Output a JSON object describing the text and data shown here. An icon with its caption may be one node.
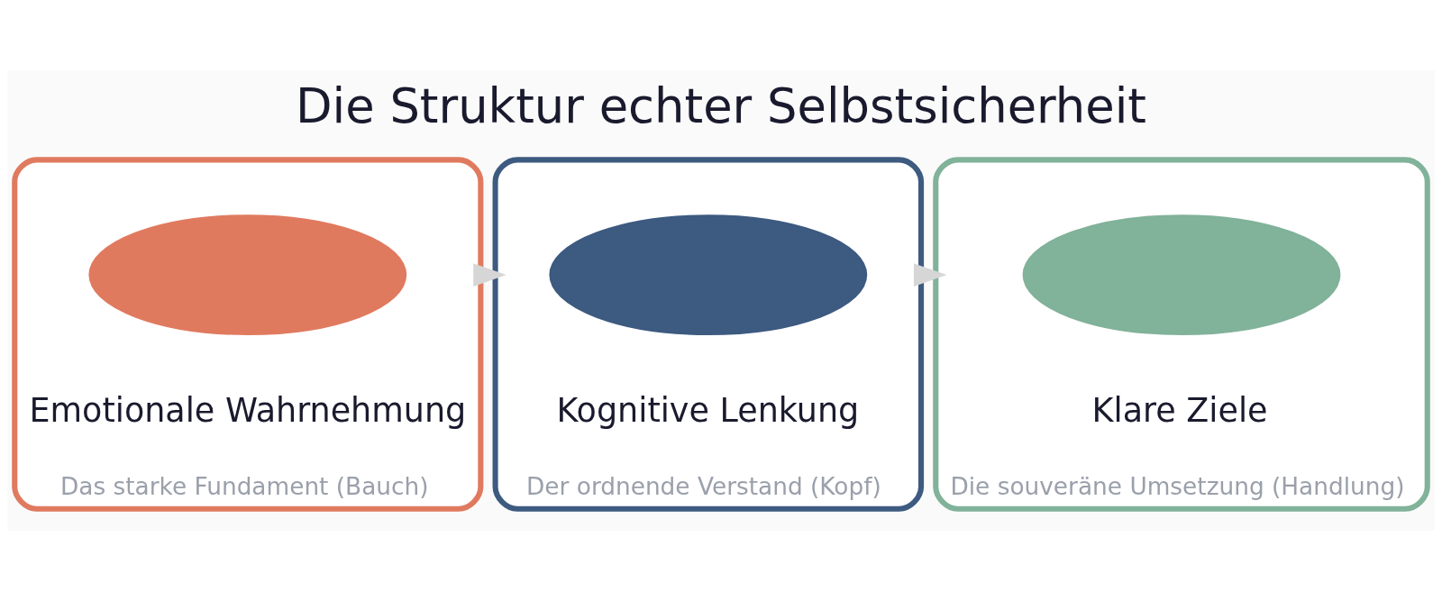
{
  "diagram": {
    "title": "Die Struktur echter Selbstsicherheit",
    "nodes": [
      {
        "text": [
          "Emotionale Wahrnehmung",
          "Das starke Fundament (Bauch)"
        ]
      },
      {
        "text": [],
        "shape": "ellipse",
        "in": 0
      },
      {
        "text": [
          "Kognitive Lenkung",
          "Der ordnende Verstand (Kopf)"
        ]
      },
      {
        "text": [],
        "shape": "ellipse",
        "in": 2
      },
      {
        "text": [
          "Klare Ziele",
          "Die souveräne Umsetzung (Handlung)"
        ]
      },
      {
        "text": [],
        "shape": "ellipse",
        "in": 4
      }
    ],
    "edges": [
      {
        "from": 0,
        "to": 2,
        "arrow": "to"
      },
      {
        "from": 2,
        "to": 4,
        "arrow": "to"
      }
    ]
  }
}
